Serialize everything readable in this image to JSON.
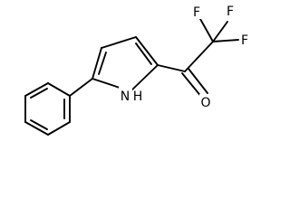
{
  "diagram": {
    "type": "chemical-structure",
    "atom_labels": {
      "F": "F",
      "NH": "H",
      "O": "O"
    },
    "colors": {
      "bond": "#000000",
      "text": "#000000",
      "background": "#ffffff"
    }
  }
}
